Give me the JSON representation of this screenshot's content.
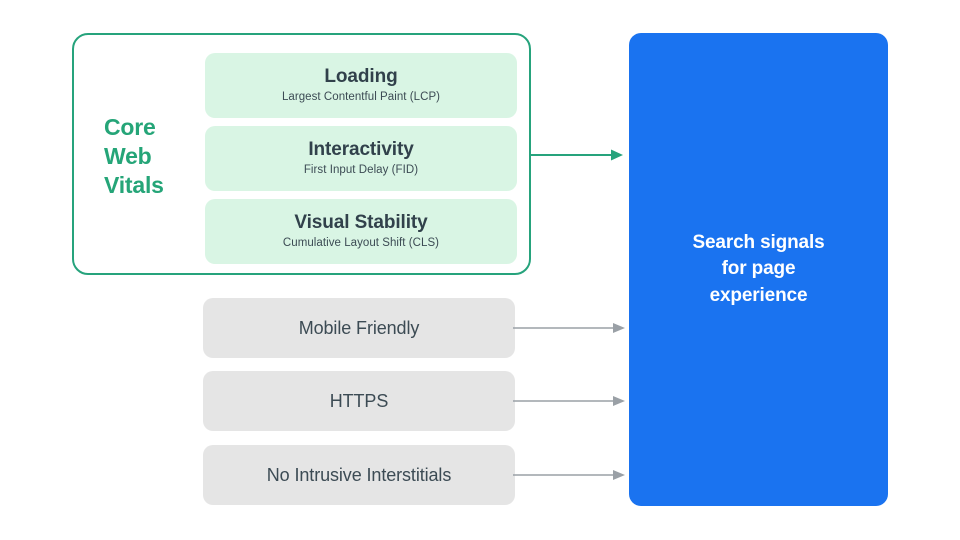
{
  "diagram": {
    "title": "Search signals for page experience",
    "colors": {
      "green_accent": "#26A37C",
      "green_text": "#25A578",
      "green_card_fill": "#D9F5E4",
      "gray_card_fill": "#E5E5E5",
      "gray_arrow": "#9AA0A6",
      "blue_panel": "#1A73F0",
      "dark_text": "#3C4B54",
      "background": "#FFFFFF"
    }
  },
  "core_web_vitals": {
    "group_label_lines": [
      "Core",
      "Web",
      "Vitals"
    ],
    "group_label": "Core Web Vitals",
    "metrics": [
      {
        "title": "Loading",
        "subtitle": "Largest Contentful Paint (LCP)",
        "abbreviation": "LCP"
      },
      {
        "title": "Interactivity",
        "subtitle": "First Input Delay (FID)",
        "abbreviation": "FID"
      },
      {
        "title": "Visual Stability",
        "subtitle": "Cumulative Layout Shift (CLS)",
        "abbreviation": "CLS"
      }
    ]
  },
  "other_signals": [
    {
      "label": "Mobile Friendly"
    },
    {
      "label": "HTTPS"
    },
    {
      "label": "No Intrusive Interstitials"
    }
  ],
  "output_panel": {
    "lines": [
      "Search signals",
      "for page",
      "experience"
    ],
    "text": "Search signals for page experience"
  },
  "connectors": [
    {
      "name": "core-web-vitals-arrow",
      "color": "#26A37C",
      "style": "bracket-arrow"
    },
    {
      "name": "mobile-friendly-arrow",
      "color": "#9AA0A6",
      "style": "arrow"
    },
    {
      "name": "https-arrow",
      "color": "#9AA0A6",
      "style": "arrow"
    },
    {
      "name": "no-intrusive-interstitials-arrow",
      "color": "#9AA0A6",
      "style": "arrow"
    }
  ]
}
